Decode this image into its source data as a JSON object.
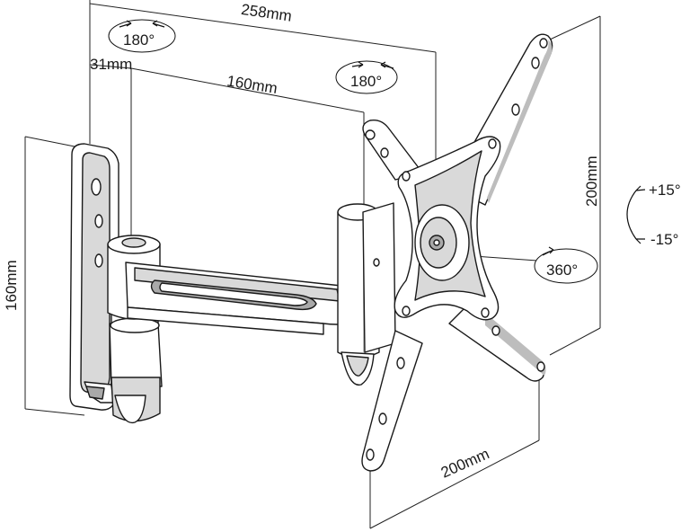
{
  "dimensions": {
    "overall_depth": "258mm",
    "wall_offset": "31mm",
    "arm_length": "160mm",
    "wall_plate_height": "160mm",
    "vesa_vertical": "200mm",
    "vesa_horizontal": "200mm"
  },
  "rotation": {
    "wall_swivel": "180°",
    "arm_swivel": "180°",
    "plate_rotation": "360°"
  },
  "tilt": {
    "up": "+15°",
    "down": "-15°"
  }
}
